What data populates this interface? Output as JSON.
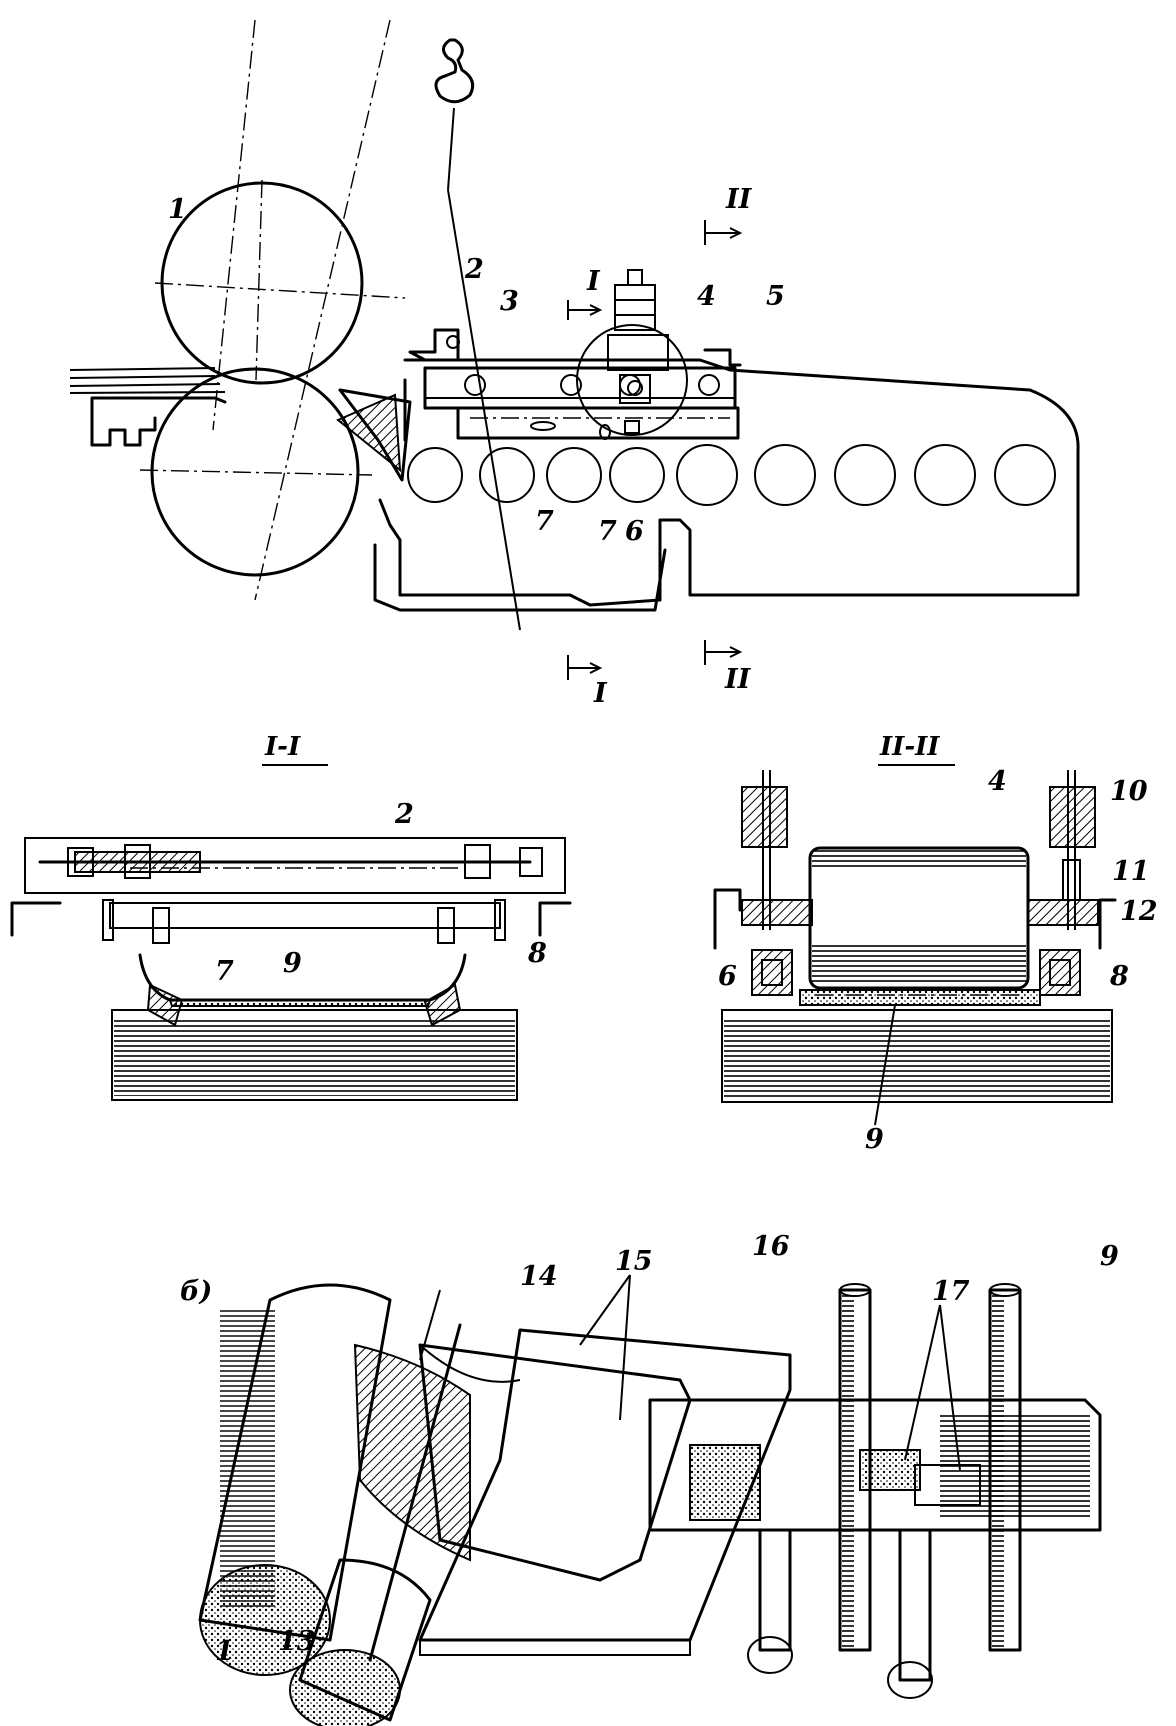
{
  "view_top": {
    "labels": {
      "l1": "1",
      "l2": "2",
      "l3": "3",
      "l4": "4",
      "l5": "5",
      "l6": "6",
      "l7a": "7",
      "l7b": "7",
      "secI_top": "I",
      "secI_bot": "I",
      "secII_top": "II",
      "secII_bot": "II"
    }
  },
  "section_I": {
    "title": "I-I",
    "labels": {
      "l2": "2",
      "l7": "7",
      "l8": "8",
      "l9": "9"
    }
  },
  "section_II": {
    "title": "II-II",
    "labels": {
      "l4": "4",
      "l6": "6",
      "l8": "8",
      "l9": "9",
      "l10": "10",
      "l11": "11",
      "l12": "12"
    }
  },
  "view_b": {
    "marker": "б)",
    "labels": {
      "l1": "1",
      "l9": "9",
      "l13": "13",
      "l14": "14",
      "l15": "15",
      "l16": "16",
      "l17": "17"
    }
  }
}
